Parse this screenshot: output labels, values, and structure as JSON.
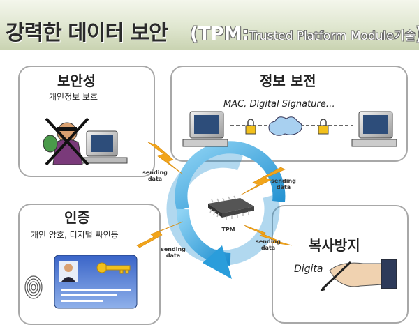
{
  "title": {
    "main": "강력한 데이터 보안",
    "paren_open": "(",
    "tpm": "TPM:",
    "expansion": "Trusted Platform Module기술",
    "paren_close": ")"
  },
  "boxes": {
    "security": {
      "title": "보안성",
      "subtitle": "개인정보 보호"
    },
    "integrity": {
      "title": "정보 보전",
      "subtitle": "MAC, Digital Signature…"
    },
    "authentication": {
      "title": "인증",
      "subtitle": "개인 암호, 디지털 싸인등"
    },
    "copy_protection": {
      "title": "복사방지",
      "subtitle": "Digita"
    }
  },
  "center": {
    "chip_label": "TPM"
  },
  "flows": {
    "top_left": "sending data",
    "top_right": "sending data",
    "bottom_left": "sending data",
    "bottom_right": "sending data"
  },
  "colors": {
    "ring": "#33a8e0",
    "lightning": "#f2a51b",
    "box_border": "#a8a8a8",
    "title_band": "#d6dec2"
  }
}
